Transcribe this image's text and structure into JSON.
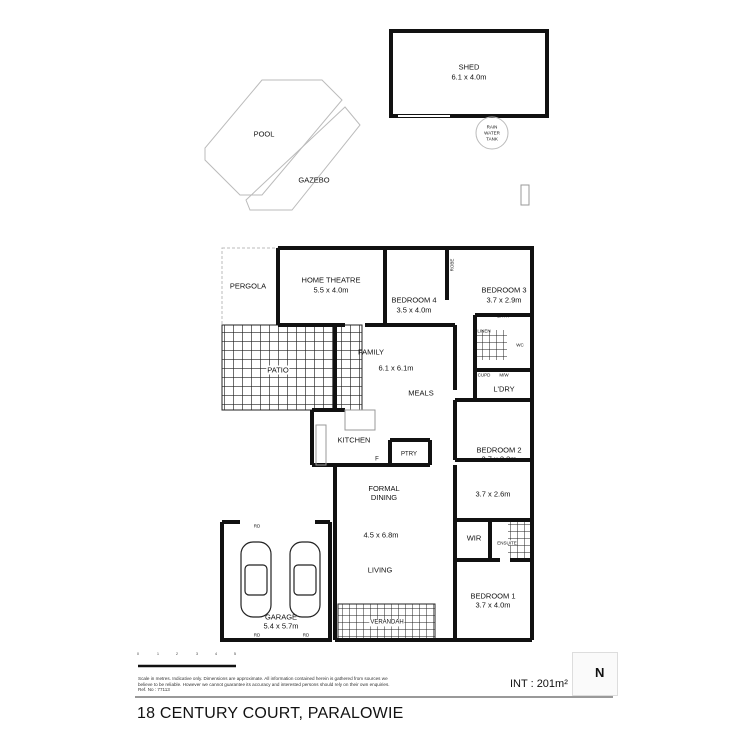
{
  "outbuildings": {
    "shed": {
      "name": "SHED",
      "size": "6.1 x 4.0m"
    },
    "rain_tank": [
      "RAIN",
      "WATER",
      "TANK"
    ],
    "pool": "POOL",
    "gazebo": "GAZEBO"
  },
  "rooms": {
    "pergola": "PERGOLA",
    "home_theatre": {
      "name": "HOME THEATRE",
      "size": "5.5 x 4.0m"
    },
    "bedroom4": {
      "name": "BEDROOM 4",
      "size": "3.5 x 4.0m"
    },
    "robe": "ROBE",
    "bedroom3": {
      "name": "BEDROOM 3",
      "size": "3.7 x 2.9m"
    },
    "bath": "BATH",
    "linen": "LINEN",
    "wc": "WC",
    "cupd": "CUPD",
    "mw": "M/W",
    "laundry": "L'DRY",
    "family": {
      "name": "FAMILY",
      "size": "6.1 x 6.1m"
    },
    "meals": "MEALS",
    "patio": "PATIO",
    "kitchen": "KITCHEN",
    "fridge": "F",
    "pantry": "PTRY",
    "bedroom2": {
      "name": "BEDROOM 2",
      "size": "3.7 x 3.3m"
    },
    "study": {
      "size": "3.7 x 2.6m"
    },
    "formal_dining": {
      "name": "FORMAL\nDINING",
      "size": "4.5 x 6.8m"
    },
    "living": "LIVING",
    "wir": "WIR",
    "ensuite": "ENSUITE",
    "bedroom1": {
      "name": "BEDROOM 1",
      "size": "3.7 x 4.0m"
    },
    "garage": {
      "name": "GARAGE",
      "size": "5.4 x 5.7m"
    },
    "rd": "RD",
    "verandah": "VERANDAH"
  },
  "footer": {
    "scale_ticks": [
      "0",
      "1",
      "2",
      "3",
      "4",
      "5"
    ],
    "disclaimer": [
      "Scale in metres. Indicative only. Dimensions are approximate. All information contained herein is gathered from sources we",
      "believe to be reliable. However we cannot guarantee its accuracy and interested persons should rely on their own enquiries.",
      "Ref. No : 77113"
    ],
    "internal_area": "INT :  201m²",
    "north_label": "N",
    "address": "18 CENTURY COURT, PARALOWIE"
  },
  "colors": {
    "wall": "#111111",
    "tile": "#222222",
    "divider": "#999999"
  }
}
